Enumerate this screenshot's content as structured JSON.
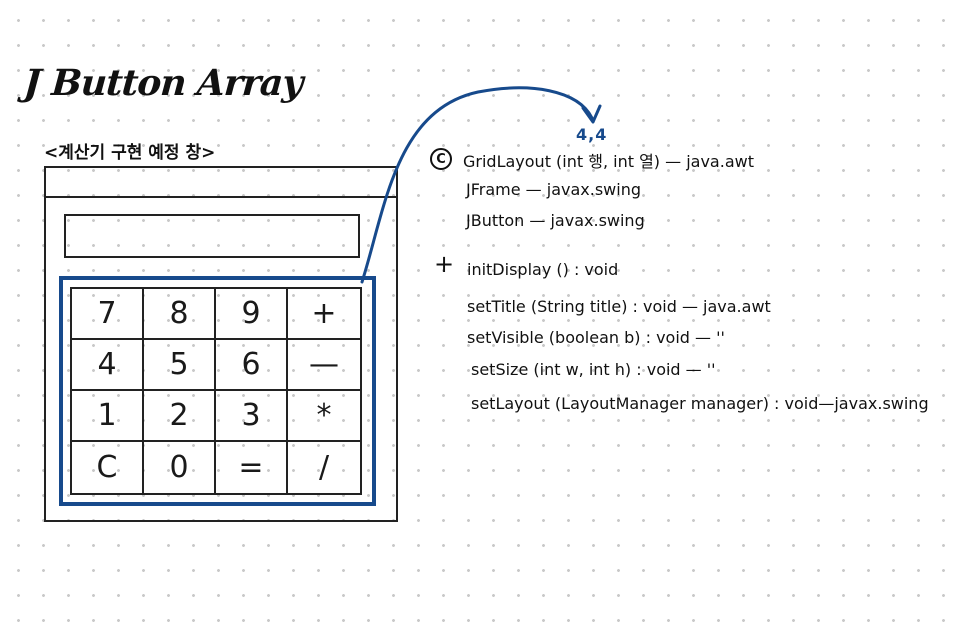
{
  "title": "J Button Array",
  "subtitle": "<계산기 구현 예정 창>",
  "calculator": {
    "keys": [
      "7",
      "8",
      "9",
      "+",
      "4",
      "5",
      "6",
      "—",
      "1",
      "2",
      "3",
      "*",
      "C",
      "0",
      "=",
      "/"
    ]
  },
  "grid_dims": "4,4",
  "class_section": {
    "icon": "C",
    "lines": [
      "GridLayout (int 행, int 열) — java.awt",
      "JFrame — javax.swing",
      "JButton — javax.swing"
    ]
  },
  "method_section": {
    "icon": "+",
    "lines": [
      "initDisplay () : void",
      "setTitle (String title) : void — java.awt",
      "setVisible (boolean b) : void —  ''",
      "setSize (int w, int h) : void —  ''",
      "setLayout (LayoutManager manager) : void—javax.swing"
    ]
  },
  "colors": {
    "accent": "#174a8c",
    "ink": "#111111"
  }
}
